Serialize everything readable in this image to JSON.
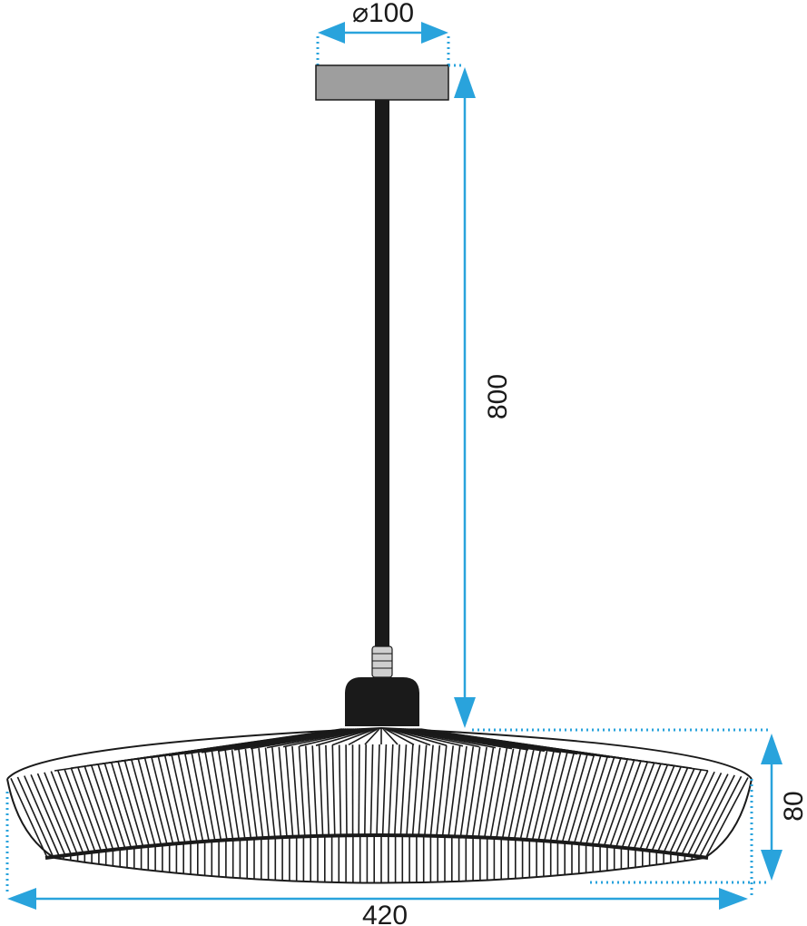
{
  "dimensions": {
    "canopy_diameter": "⌀100",
    "cord_length": "800",
    "shade_height": "80",
    "shade_width": "420"
  },
  "colors": {
    "dimension": "#29a3dc",
    "canopy": "#9e9e9e",
    "lamp": "#1a1a1a"
  }
}
